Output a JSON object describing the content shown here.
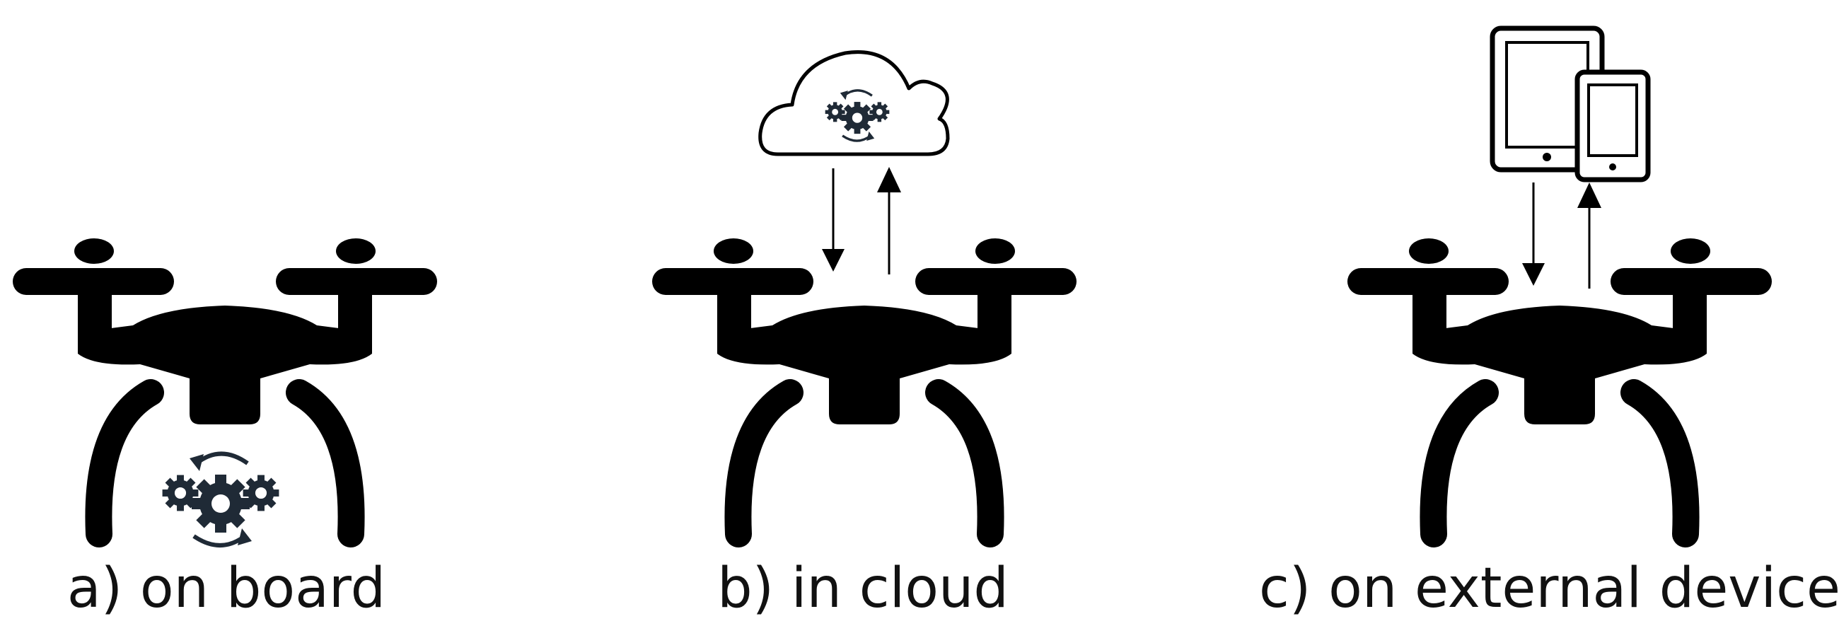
{
  "colors": {
    "ink": "#000000",
    "gear": "#1f2a36",
    "background": "#ffffff"
  },
  "panels": [
    {
      "id": "a",
      "caption": "a) on board",
      "icons": [
        "drone-icon",
        "gears-icon"
      ]
    },
    {
      "id": "b",
      "caption": "b) in cloud",
      "icons": [
        "drone-icon",
        "cloud-icon",
        "gears-icon",
        "arrow-down-icon",
        "arrow-up-icon"
      ]
    },
    {
      "id": "c",
      "caption": "c) on external device",
      "icons": [
        "drone-icon",
        "tablet-icon",
        "phone-icon",
        "arrow-down-icon",
        "arrow-up-icon"
      ]
    }
  ]
}
